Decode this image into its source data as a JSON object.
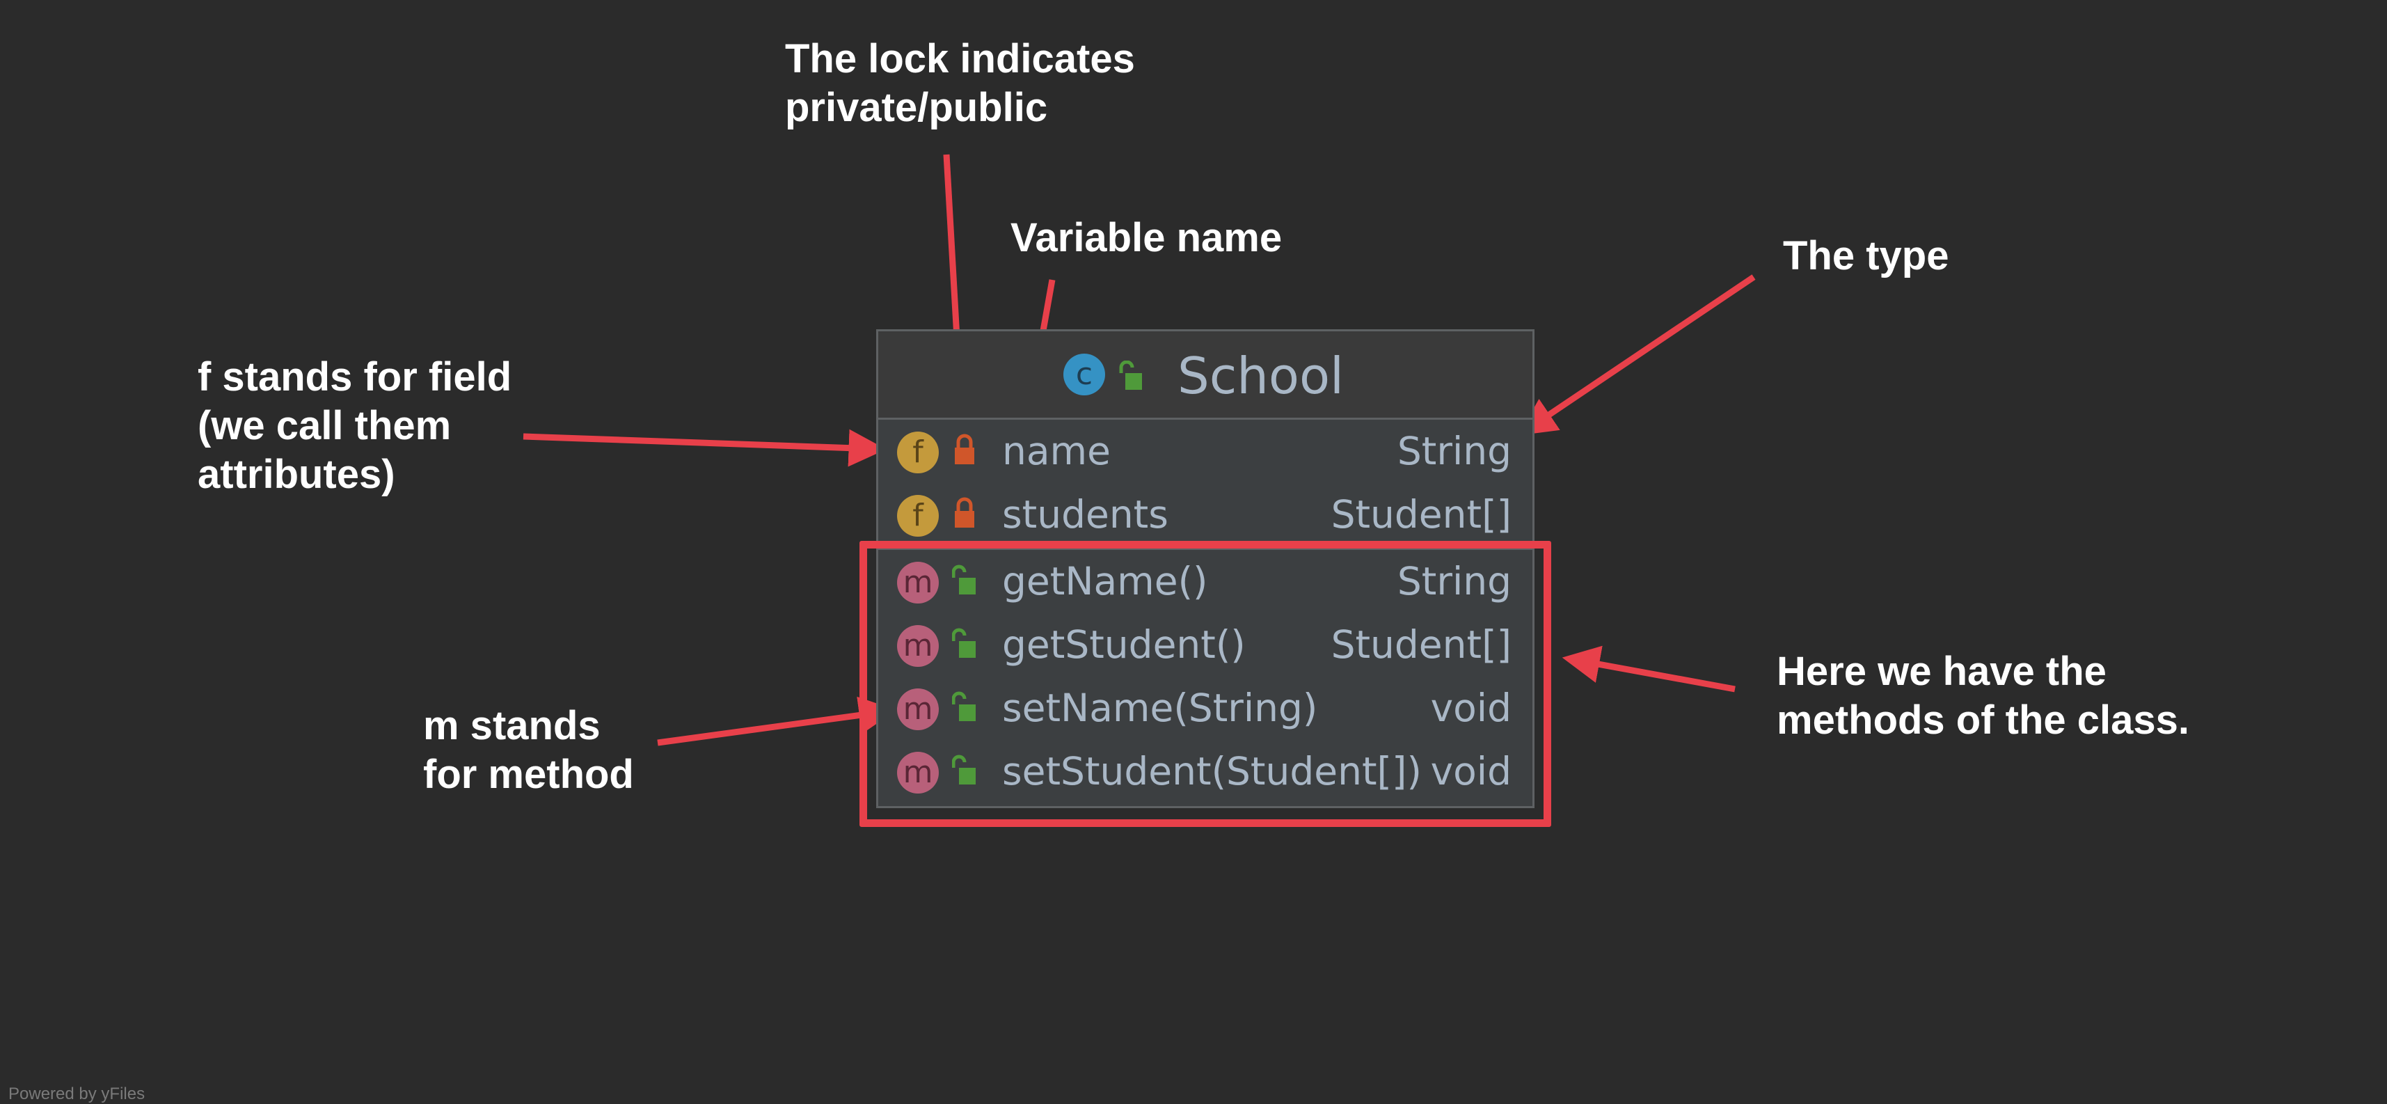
{
  "annotations": {
    "lock": [
      "The lock indicates",
      "private/public"
    ],
    "variable_name": "Variable name",
    "type": "The type",
    "field": [
      "f stands for field",
      "(we call them",
      "attributes)"
    ],
    "method": [
      "m stands",
      "for method"
    ],
    "methods_group": [
      "Here we have the",
      "methods of the class."
    ]
  },
  "uml_class": {
    "kind_badge": "c",
    "visibility_icon": "unlock-icon",
    "name": "School",
    "fields": [
      {
        "badge": "f",
        "visibility": "private",
        "name": "name",
        "type": "String"
      },
      {
        "badge": "f",
        "visibility": "private",
        "name": "students",
        "type": "Student[]"
      }
    ],
    "methods": [
      {
        "badge": "m",
        "visibility": "public",
        "name": "getName()",
        "type": "String"
      },
      {
        "badge": "m",
        "visibility": "public",
        "name": "getStudent()",
        "type": "Student[]"
      },
      {
        "badge": "m",
        "visibility": "public",
        "name": "setName(String)",
        "type": "void"
      },
      {
        "badge": "m",
        "visibility": "public",
        "name": "setStudent(Student[])",
        "type": "void"
      }
    ]
  },
  "footer": "Powered by yFiles",
  "colors": {
    "background": "#2b2b2b",
    "arrow": "#e8404a",
    "field_badge": "#c49a3c",
    "method_badge": "#b8607a",
    "class_badge": "#3592c4",
    "private_lock": "#d0562a",
    "public_lock": "#4f9a3a",
    "text": "#a9b7c6"
  }
}
